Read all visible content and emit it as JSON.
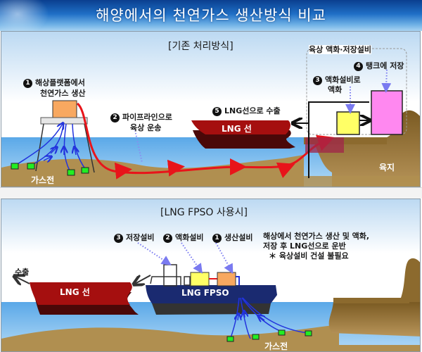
{
  "header": {
    "title": "해양에서의 천연가스 생산방식  비교"
  },
  "conventional": {
    "section_title": "[기존 처리방식]",
    "onshore_box_label": "육상 액화·저장설비",
    "steps": [
      {
        "num": "1",
        "line1": "해상플랫폼에서",
        "line2": "천연가스 생산"
      },
      {
        "num": "2",
        "line1": "파이프라인으로",
        "line2": "육상 운송"
      },
      {
        "num": "3",
        "line1": "액화설비로",
        "line2": "액화"
      },
      {
        "num": "4",
        "line1": "탱크에 저장"
      },
      {
        "num": "5",
        "line1": "LNG선으로 수출"
      }
    ],
    "ship_label": "LNG 선",
    "gas_field_label": "가스전",
    "land_label": "육지"
  },
  "fpso": {
    "section_title": "[LNG FPSO 사용시]",
    "steps": [
      {
        "num": "3",
        "label": "저장설비"
      },
      {
        "num": "2",
        "label": "액화설비"
      },
      {
        "num": "1",
        "label": "생산설비"
      }
    ],
    "description": {
      "line1": "해상에서 천연가스 생산 및 액화,",
      "line2": "저장 후 LNG선으로 운반",
      "line3": "＊ 육상설비 건설 불필요"
    },
    "export_label": "수출",
    "ship_label": "LNG 선",
    "fpso_label": "LNG FPSO",
    "gas_field_label": "가스전"
  },
  "colors": {
    "header_blue": "#1f6fc6",
    "sky_top": "#cfe4f5",
    "sea": "#7ab8ea",
    "seabed": "#b08f50",
    "land": "#8c6a2e",
    "pipeline_red": "#e8141a",
    "gas_line_blue": "#2233dd",
    "platform_orange": "#f8a860",
    "liquefaction_yellow": "#ffff66",
    "tank_pink": "#ff88f0",
    "lng_ship_red": "#a50f0f",
    "fpso_navy": "#1a2a70",
    "wellhead_green": "#22ee22"
  }
}
